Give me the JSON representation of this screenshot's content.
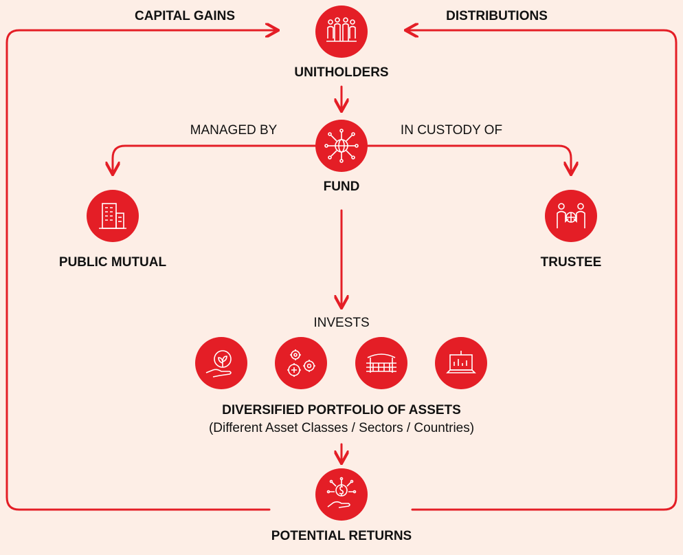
{
  "colors": {
    "background": "#fdeee6",
    "accent": "#e41e26",
    "text": "#111111"
  },
  "labels": {
    "capital_gains": "CAPITAL GAINS",
    "distributions": "DISTRIBUTIONS",
    "unitholders": "UNITHOLDERS",
    "managed_by": "MANAGED BY",
    "in_custody_of": "IN CUSTODY OF",
    "fund": "FUND",
    "public_mutual": "PUBLIC MUTUAL",
    "trustee": "TRUSTEE",
    "invests": "INVESTS",
    "portfolio_title": "DIVERSIFIED PORTFOLIO OF ASSETS",
    "portfolio_subtitle": "(Different Asset Classes / Sectors / Countries)",
    "potential_returns": "POTENTIAL RETURNS"
  },
  "icons": {
    "unitholders": "people-group-icon",
    "fund": "globe-network-icon",
    "public_mutual": "office-building-icon",
    "trustee": "handshake-globe-icon",
    "asset_1": "hand-plant-earth-icon",
    "asset_2": "gears-icon",
    "asset_3": "railway-icon",
    "asset_4": "laptop-chart-icon",
    "potential_returns": "hand-money-icon"
  }
}
